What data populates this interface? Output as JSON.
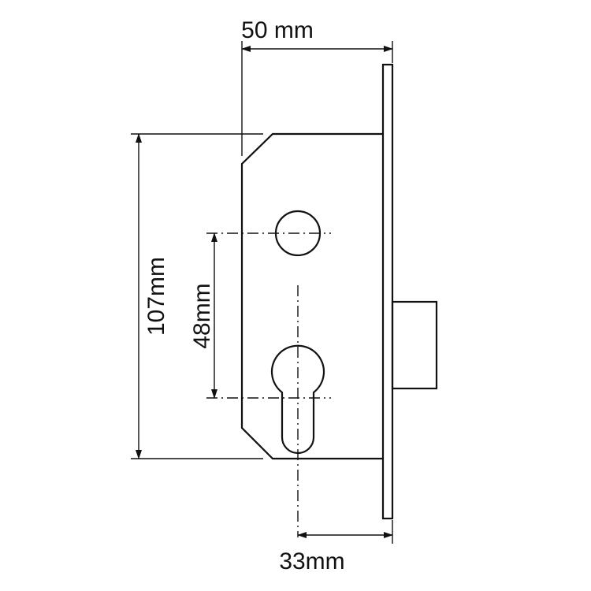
{
  "dimensions": {
    "backset_width": "50 mm",
    "body_height": "107mm",
    "centre_distance": "48mm",
    "cylinder_to_face": "33mm"
  }
}
